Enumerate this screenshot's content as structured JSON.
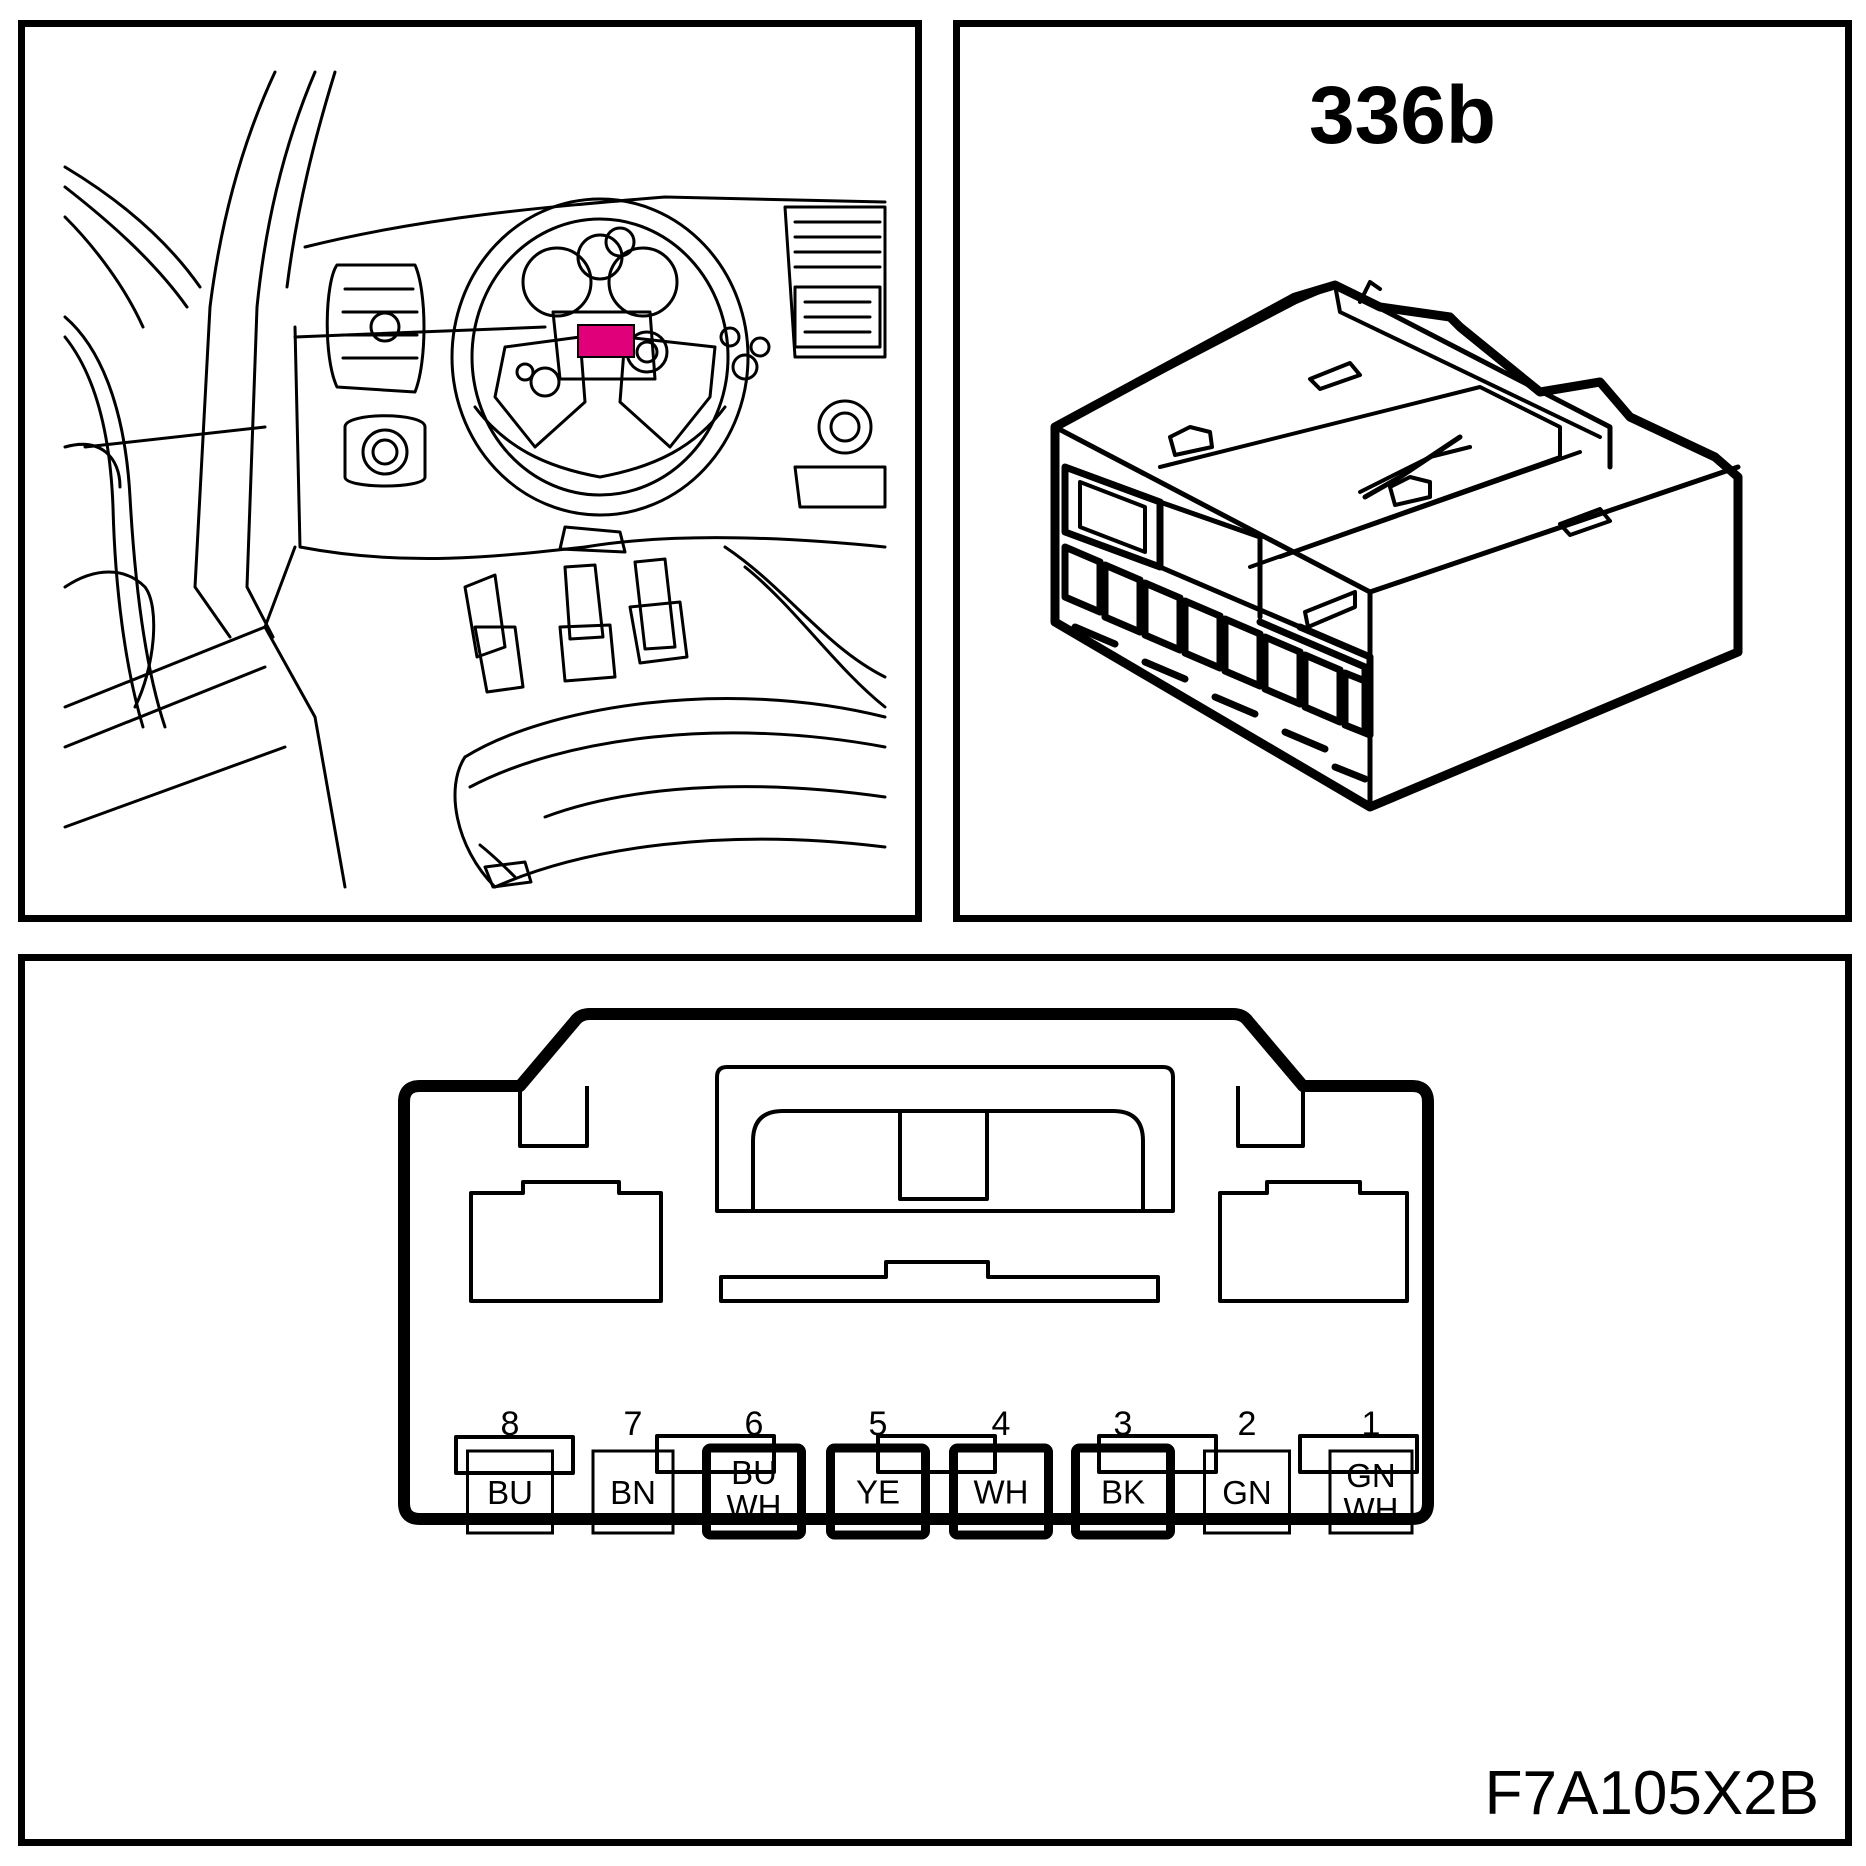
{
  "connector": {
    "id": "336b",
    "figure_code": "F7A105X2B"
  },
  "colors": {
    "highlight": "#e0007a",
    "line": "#000000",
    "background": "#ffffff"
  },
  "pins": [
    {
      "number": "8",
      "color": "BU",
      "color2": "",
      "occupied": false
    },
    {
      "number": "7",
      "color": "BN",
      "color2": "",
      "occupied": false
    },
    {
      "number": "6",
      "color": "BU",
      "color2": "WH",
      "occupied": true
    },
    {
      "number": "5",
      "color": "YE",
      "color2": "",
      "occupied": true
    },
    {
      "number": "4",
      "color": "WH",
      "color2": "",
      "occupied": true
    },
    {
      "number": "3",
      "color": "BK",
      "color2": "",
      "occupied": true
    },
    {
      "number": "2",
      "color": "GN",
      "color2": "",
      "occupied": false
    },
    {
      "number": "1",
      "color": "GN",
      "color2": "WH",
      "occupied": false
    }
  ]
}
